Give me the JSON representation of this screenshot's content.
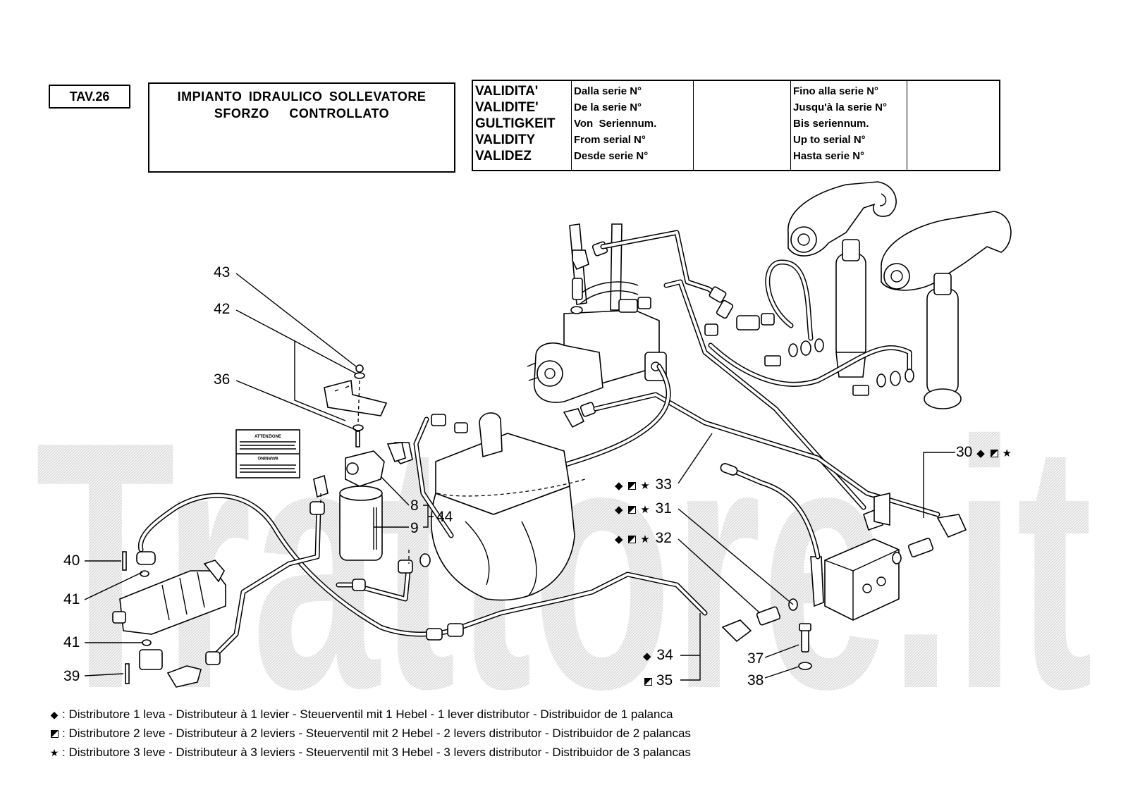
{
  "header": {
    "table_number": "TAV.26",
    "title_lines": [
      "IMPIANTO IDRAULICO SOLLEVATORE",
      "SFORZO   CONTROLLATO"
    ]
  },
  "validity": {
    "labels": [
      "VALIDITA'",
      "VALIDITE'",
      "GULTIGKEIT",
      "VALIDITY",
      "VALIDEZ"
    ],
    "from_labels": [
      "Dalla serie N°",
      "De la serie N°",
      "Von  Seriennum.",
      "From serial N°",
      "Desde serie N°"
    ],
    "from_value": "",
    "to_labels": [
      "Fino alla serie N°",
      "Jusqu'à la serie N°",
      "Bis seriennum.",
      "Up to serial N°",
      "Hasta serie N°"
    ],
    "to_value": ""
  },
  "watermark": "Trattore.it",
  "symbols": {
    "one_lever": "◆",
    "two_levers": "half-square",
    "three_levers": "★"
  },
  "callouts": {
    "c43": "43",
    "c42": "42",
    "c36": "36",
    "c8": "8",
    "c9": "9",
    "c44": "44",
    "c40": "40",
    "c41a": "41",
    "c41b": "41",
    "c39": "39",
    "c33": "33",
    "c31": "31",
    "c32": "32",
    "c30": "30",
    "c34": "34",
    "c35": "35",
    "c37": "37",
    "c38": "38"
  },
  "warning_label": {
    "title_top": "ATTENZIONE",
    "title_bottom": "WARNING"
  },
  "legend": [
    {
      "symbol": "◆",
      "text": ": Distributore 1 leva - Distributeur à 1 levier - Steuerventil mit 1 Hebel - 1 lever distributor - Distribuidor de 1 palanca"
    },
    {
      "symbol": "half-square",
      "text": ": Distributore 2 leve - Distributeur à 2 leviers - Steuerventil mit 2 Hebel - 2 levers distributor - Distribuidor de 2 palancas"
    },
    {
      "symbol": "★",
      "text": ": Distributore 3 leve - Distributeur à 3 leviers - Steuerventil mit 3 Hebel - 3 levers distributor - Distribuidor de 3 palancas"
    }
  ]
}
